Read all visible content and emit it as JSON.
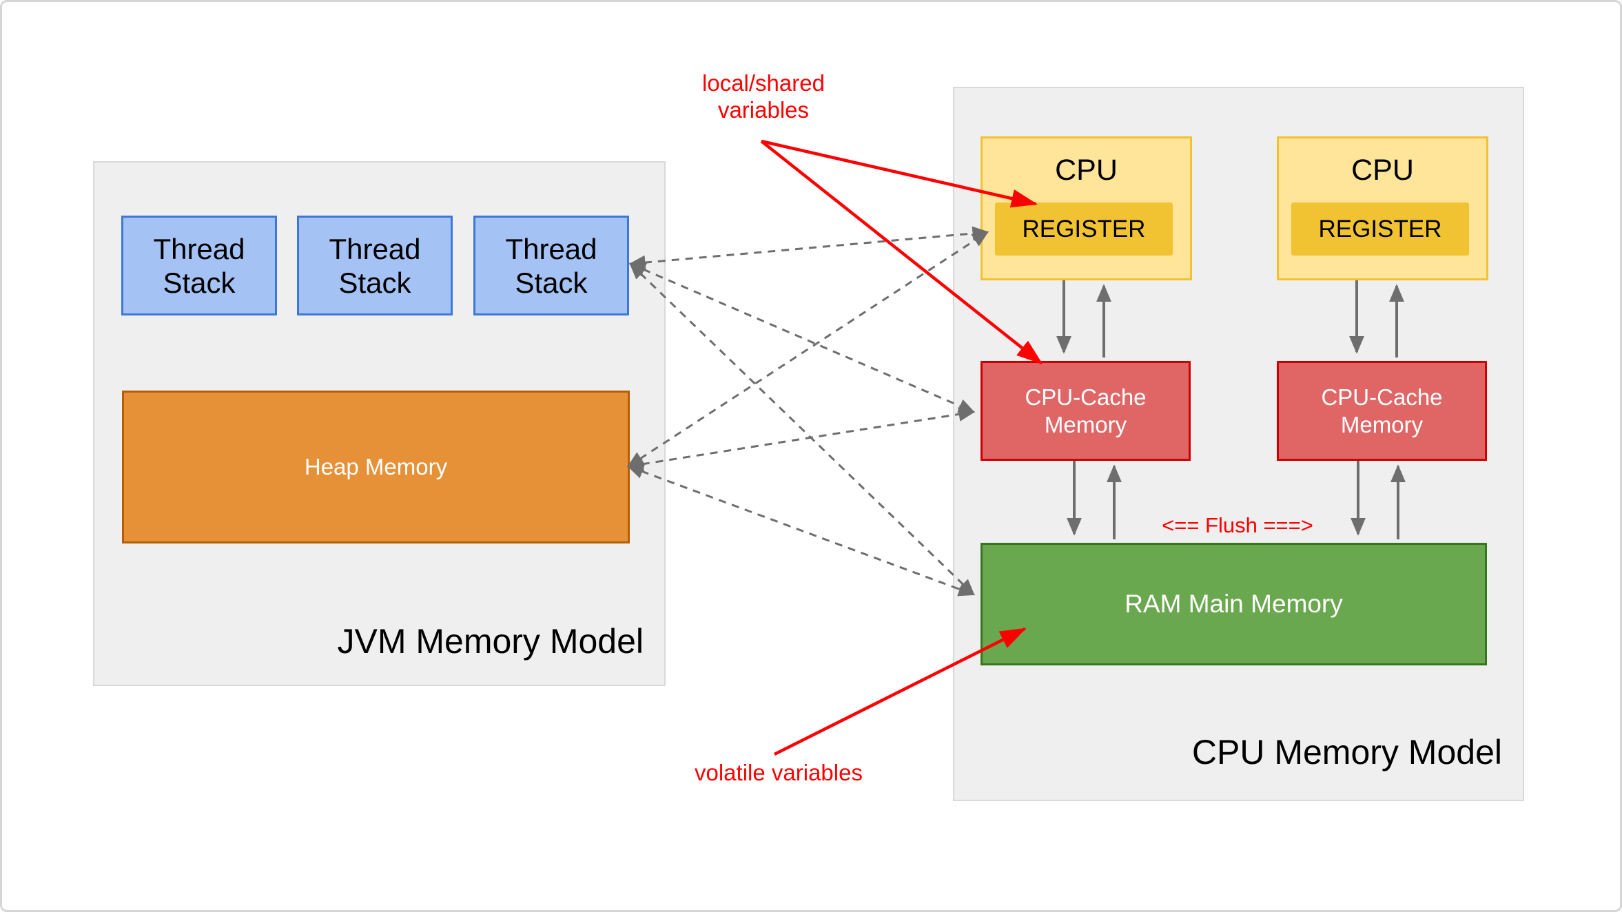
{
  "colors": {
    "page-border": "#d6d6d6",
    "panel-bg": "#efefef",
    "panel-border": "#d9d9d9",
    "ts-fill": "#a4c2f4",
    "ts-border": "#3c78d8",
    "heap-fill": "#e69138",
    "heap-border": "#b45f06",
    "cpu-fill": "#ffe599",
    "cpu-border": "#f1c232",
    "register-fill": "#f1c232",
    "cache-fill": "#e06666",
    "cache-border": "#cc0000",
    "ram-fill": "#6aa84f",
    "ram-border": "#38761d",
    "red": "#ff0000",
    "connector": "#6e6e6e",
    "title": "#000000"
  },
  "jvm_panel": {
    "title": "JVM Memory Model",
    "thread_stacks": [
      {
        "label": "Thread Stack"
      },
      {
        "label": "Thread Stack"
      },
      {
        "label": "Thread Stack"
      }
    ],
    "heap": {
      "label": "Heap Memory"
    }
  },
  "cpu_panel": {
    "title": "CPU Memory Model",
    "cpus": [
      {
        "label": "CPU",
        "register_label": "REGISTER"
      },
      {
        "label": "CPU",
        "register_label": "REGISTER"
      }
    ],
    "caches": [
      {
        "label": "CPU-Cache Memory"
      },
      {
        "label": "CPU-Cache Memory"
      }
    ],
    "ram": {
      "label": "RAM Main Memory"
    }
  },
  "annotations": {
    "local_shared": "local/shared variables",
    "volatile": "volatile variables",
    "flush": "<== Flush ===>"
  },
  "connectors": {
    "dashed_bidirectional": [
      {
        "from": "thread-stack-3",
        "to": "register-1"
      },
      {
        "from": "thread-stack-3",
        "to": "cpu-cache-1"
      },
      {
        "from": "thread-stack-3",
        "to": "ram-main-memory"
      },
      {
        "from": "heap-memory",
        "to": "register-1"
      },
      {
        "from": "heap-memory",
        "to": "cpu-cache-1"
      },
      {
        "from": "heap-memory",
        "to": "ram-main-memory"
      }
    ],
    "solid_vertical": [
      {
        "from": "cpu-1",
        "to": "cpu-cache-1",
        "direction": "both"
      },
      {
        "from": "cpu-cache-1",
        "to": "ram-main-memory",
        "direction": "both"
      },
      {
        "from": "cpu-2",
        "to": "cpu-cache-2",
        "direction": "both"
      },
      {
        "from": "cpu-cache-2",
        "to": "ram-main-memory",
        "direction": "both"
      }
    ],
    "red_annotation_arrows": [
      {
        "from": "local-shared-variables-note",
        "to": "register-1"
      },
      {
        "from": "local-shared-variables-note",
        "to": "cpu-cache-1"
      },
      {
        "from": "volatile-variables-note",
        "to": "ram-main-memory"
      }
    ]
  }
}
